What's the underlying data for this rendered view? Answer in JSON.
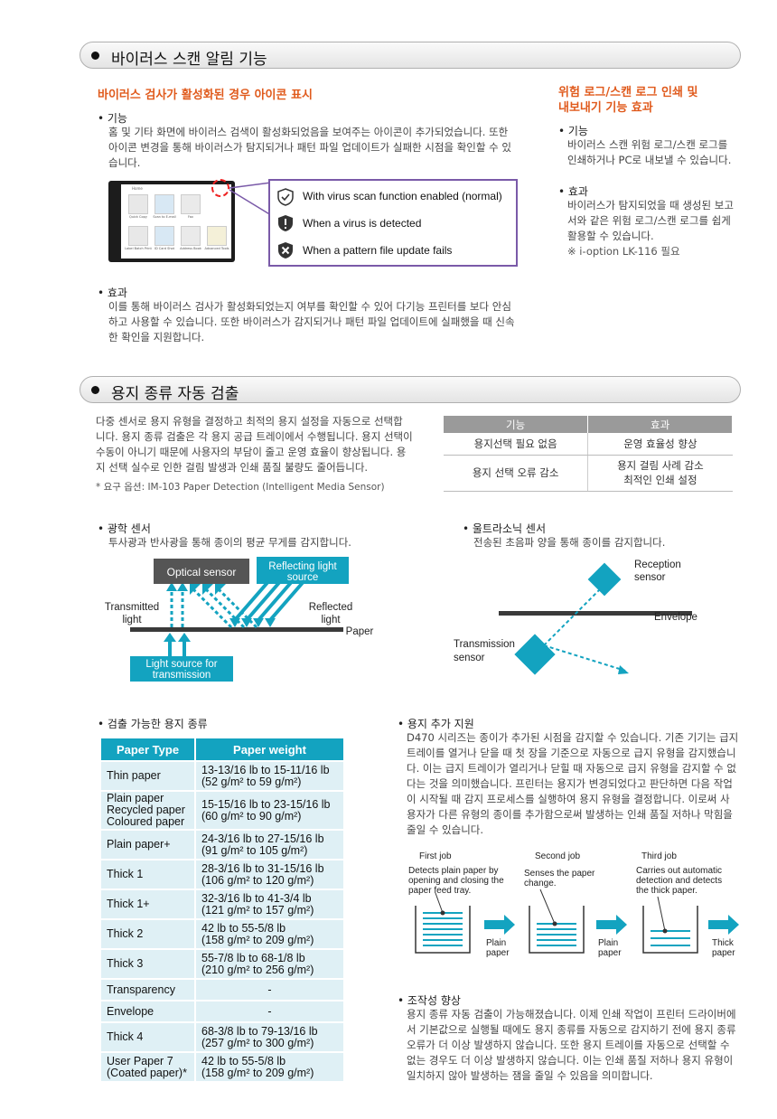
{
  "section1": {
    "title": "바이러스 스캔 알림 기능",
    "subtitle": "바이러스 검사가 활성화된 경우 아이콘 표시",
    "feature_label": "• 기능",
    "feature_text": [
      "홈 및 기타 화면에 바이러스 검색이 활성화되었음을 보여주는 아이콘이 추가되었습니다. 또한",
      "아이콘 변경을 통해 바이러스가 탐지되거나 패턴 파일 업데이트가 실패한 시점을 확인할 수 있",
      "습니다."
    ],
    "icons": [
      {
        "icon": "shield-check-icon",
        "label": "With virus scan function enabled (normal)"
      },
      {
        "icon": "shield-alert-icon",
        "label": "When a virus is detected"
      },
      {
        "icon": "shield-x-icon",
        "label": "When a pattern file update fails"
      }
    ],
    "screen_tiles": [
      "Quick Copy",
      "Scan to E-mail",
      "Fax",
      "Label Batch Print",
      "ID Card Shot",
      "Address Book",
      "Advanced Tools"
    ],
    "effect_label": "• 효과",
    "effect_text": [
      "이를 통해 바이러스 검사가 활성화되었는지 여부를 확인할 수 있어 다기능 프린터를 보다 안심",
      "하고 사용할 수 있습니다. 또한 바이러스가 감지되거나 패턴 파일 업데이트에 실패했을 때 신속",
      "한 확인을 지원합니다."
    ]
  },
  "sidebar": {
    "title_lines": [
      "위험 로그/스캔 로그 인쇄 및",
      "내보내기 기능 효과"
    ],
    "feature_label": "• 기능",
    "feature_text": [
      "바이러스 스캔 위험 로그/스캔 로그를",
      "인쇄하거나 PC로 내보낼 수 있습니다."
    ],
    "effect_label": "• 효과",
    "effect_text": [
      "바이러스가 탐지되었을 때 생성된 보고",
      "서와 같은 위험 로그/스캔 로그를 쉽게",
      "활용할 수 있습니다."
    ],
    "note": "※ i-option LK-116 필요"
  },
  "section2": {
    "title": "용지 종류 자동 검출",
    "intro": [
      "다중 센서로 용지 유형을 결정하고 최적의 용지 설정을 자동으로 선택합",
      "니다. 용지 종류 검출은 각 용지 공급 트레이에서 수행됩니다. 용지 선택이",
      "수동이 아니기 때문에 사용자의 부담이 줄고 운영 효율이 향상됩니다. 용",
      "지 선택 실수로 인한 걸림 발생과 인쇄 품질 불량도 줄어듭니다."
    ],
    "note": "* 요구 옵션: IM-103 Paper Detection (Intelligent Media Sensor)",
    "feature_table": {
      "headers": [
        "기능",
        "효과"
      ],
      "rows": [
        [
          "용지선택 필요 없음",
          "운영 효율성 향상"
        ],
        [
          "용지 선택 오류 감소",
          "용지 걸림 사례 감소\n최적인 인쇄 설정"
        ]
      ]
    },
    "optical": {
      "label": "• 광학 센서",
      "text": "투사광과 반사광을 통해 종이의 평균 무게를 감지합니다.",
      "optical_sensor": "Optical sensor",
      "reflecting_source": [
        "Reflecting light",
        "source"
      ],
      "transmitted": [
        "Transmitted",
        "light"
      ],
      "reflected": [
        "Reflected",
        "light"
      ],
      "paper": "Paper",
      "light_source": [
        "Light source for",
        "transmission"
      ]
    },
    "ultrasonic": {
      "label": "• 울트라소닉 센서",
      "text": "전송된 초음파 양을 통해 종이를 감지합니다.",
      "reception": [
        "Reception",
        "sensor"
      ],
      "envelope": "Envelope",
      "transmission": [
        "Transmission",
        "sensor"
      ]
    },
    "detectable": {
      "label": "• 검출 가능한 용지 종류",
      "headers": [
        "Paper Type",
        "Paper weight"
      ],
      "rows": [
        {
          "type": [
            "Thin paper"
          ],
          "weight": [
            "13-13/16 lb to 15-11/16 lb",
            "(52 g/m² to 59 g/m²)"
          ]
        },
        {
          "type": [
            "Plain paper",
            "Recycled paper",
            "Coloured paper"
          ],
          "weight": [
            "15-15/16 lb to 23-15/16 lb",
            "(60 g/m² to 90 g/m²)"
          ]
        },
        {
          "type": [
            "Plain paper+"
          ],
          "weight": [
            "24-3/16 lb to 27-15/16 lb",
            "(91 g/m² to 105 g/m²)"
          ]
        },
        {
          "type": [
            "Thick 1"
          ],
          "weight": [
            "28-3/16 lb to 31-15/16 lb",
            "(106 g/m² to 120 g/m²)"
          ]
        },
        {
          "type": [
            "Thick 1+"
          ],
          "weight": [
            "32-3/16 lb to 41-3/4 lb",
            "(121 g/m² to 157 g/m²)"
          ]
        },
        {
          "type": [
            "Thick 2"
          ],
          "weight": [
            "42 lb to 55-5/8 lb",
            "(158 g/m² to 209 g/m²)"
          ]
        },
        {
          "type": [
            "Thick 3"
          ],
          "weight": [
            "55-7/8 lb to 68-1/8 lb",
            "(210 g/m² to 256 g/m²)"
          ]
        },
        {
          "type": [
            "Transparency"
          ],
          "weight": [
            "-"
          ]
        },
        {
          "type": [
            "Envelope"
          ],
          "weight": [
            "-"
          ]
        },
        {
          "type": [
            "Thick 4"
          ],
          "weight": [
            "68-3/8 lb to 79-13/16 lb",
            "(257 g/m² to 300 g/m²)"
          ]
        },
        {
          "type": [
            "User Paper 7",
            "(Coated paper)*"
          ],
          "weight": [
            "42 lb to 55-5/8 lb",
            "(158 g/m² to 209 g/m²)"
          ]
        }
      ]
    },
    "addition": {
      "label": "• 용지 추가 지원",
      "text": [
        "D470 시리즈는 종이가 추가된 시점을 감지할 수 있습니다. 기존 기기는 급지",
        "트레이를 열거나 닫을 때 첫 장을 기준으로 자동으로 급지 유형을 감지했습니",
        "다. 이는 급지 트레이가 열리거나 닫힐 때 자동으로 급지 유형을 감지할 수 없",
        "다는 것을 의미했습니다. 프린터는 용지가 변경되었다고 판단하면 다음 작업",
        "이 시작될 때 감지 프로세스를 실행하여 용지 유형을 결정합니다. 이로써 사",
        "용자가 다른 유형의 종이를 추가함으로써 발생하는 인쇄 품질 저하나 막힘을",
        "줄일 수 있습니다."
      ],
      "jobs": [
        {
          "title": "First job",
          "desc": [
            "Detects plain paper by",
            "opening and closing the",
            "paper feed tray."
          ],
          "out": [
            "Plain",
            "paper"
          ]
        },
        {
          "title": "Second job",
          "desc": [
            "Senses the paper",
            "change."
          ],
          "out": [
            "Plain",
            "paper"
          ]
        },
        {
          "title": "Third job",
          "desc": [
            "Carries out automatic",
            "detection and detects",
            "the thick paper."
          ],
          "out": [
            "Thick",
            "paper"
          ]
        }
      ]
    },
    "operability": {
      "label": "• 조작성 향상",
      "text": [
        "용지 종류 자동 검출이 가능해졌습니다. 이제 인쇄 작업이 프린터 드라이버에",
        "서 기본값으로 실행될 때에도 용지 종류를 자동으로 감지하기 전에 용지 종류",
        "오류가 더 이상 발생하지 않습니다. 또한 용지 트레이를 자동으로 선택할 수",
        "없는 경우도 더 이상 발생하지 않습니다. 이는 인쇄 품질 저하나 용지 유형이",
        "일치하지 않아 발생하는 잼을 줄일 수 있음을 의미합니다."
      ]
    }
  },
  "colors": {
    "accent": "#e05a1c",
    "teal": "#13a3c0",
    "purple": "#7a5aa8"
  }
}
